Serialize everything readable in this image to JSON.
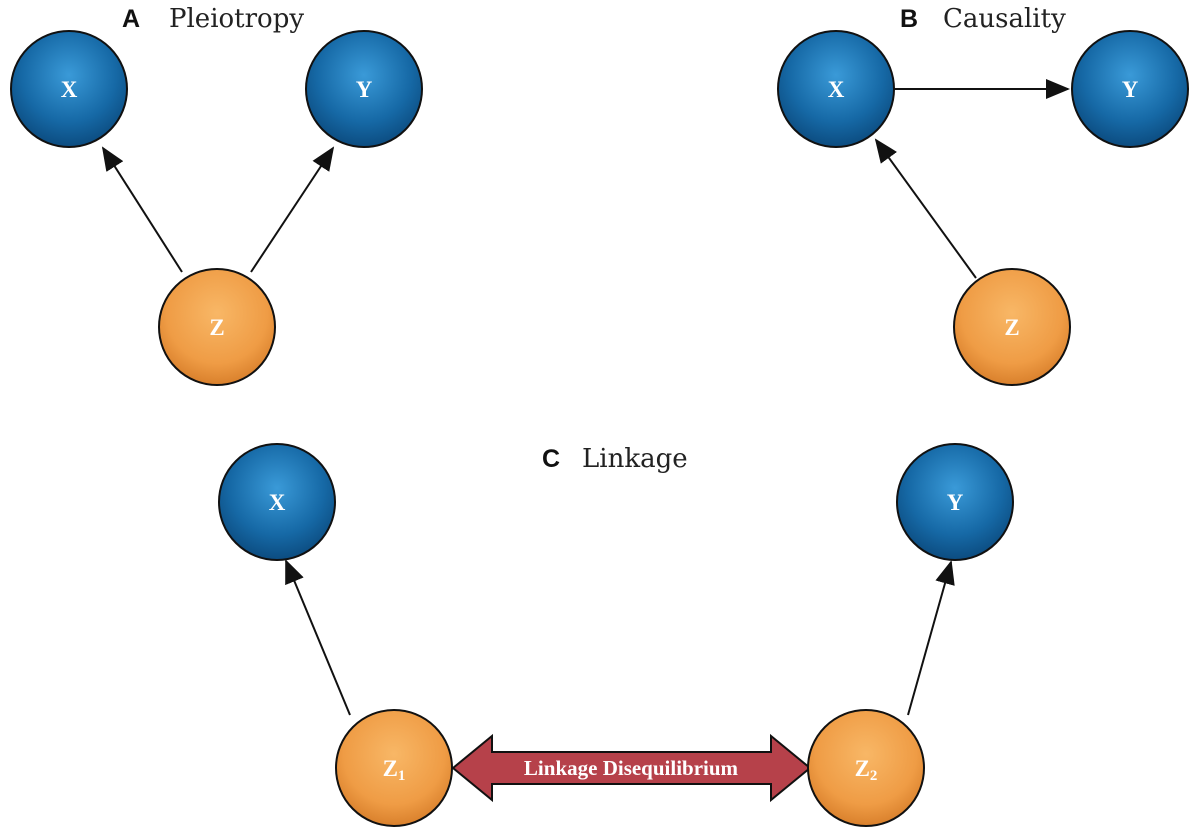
{
  "panels": {
    "a": {
      "letter": "A",
      "title": "Pleiotropy",
      "nodes": {
        "x": "X",
        "y": "Y",
        "z": "Z"
      }
    },
    "b": {
      "letter": "B",
      "title": "Causality",
      "nodes": {
        "x": "X",
        "y": "Y",
        "z": "Z"
      }
    },
    "c": {
      "letter": "C",
      "title": "Linkage",
      "nodes": {
        "x": "X",
        "y": "Y",
        "z1": "Z",
        "z1_sub": "1",
        "z2": "Z",
        "z2_sub": "2"
      },
      "link_label": "Linkage Disequilibrium"
    }
  },
  "colors": {
    "exposure_node": "#1f6fa8",
    "variant_node": "#f0a04a",
    "ld_arrow": "#b6414a",
    "edge": "#111111"
  }
}
